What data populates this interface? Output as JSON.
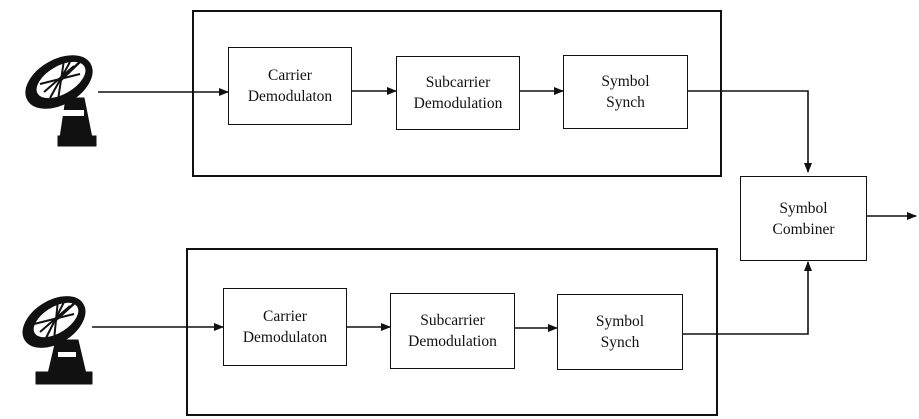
{
  "channels": [
    {
      "blocks": [
        {
          "line1": "Carrier",
          "line2": "Demodulaton"
        },
        {
          "line1": "Subcarrier",
          "line2": "Demodulation"
        },
        {
          "line1": "Symbol",
          "line2": "Synch"
        }
      ]
    },
    {
      "blocks": [
        {
          "line1": "Carrier",
          "line2": "Demodulaton"
        },
        {
          "line1": "Subcarrier",
          "line2": "Demodulation"
        },
        {
          "line1": "Symbol",
          "line2": "Synch"
        }
      ]
    }
  ],
  "combiner": {
    "line1": "Symbol",
    "line2": "Combiner"
  },
  "icons": {
    "antenna": "satellite-dish-icon",
    "arrow": "arrowhead-icon"
  }
}
